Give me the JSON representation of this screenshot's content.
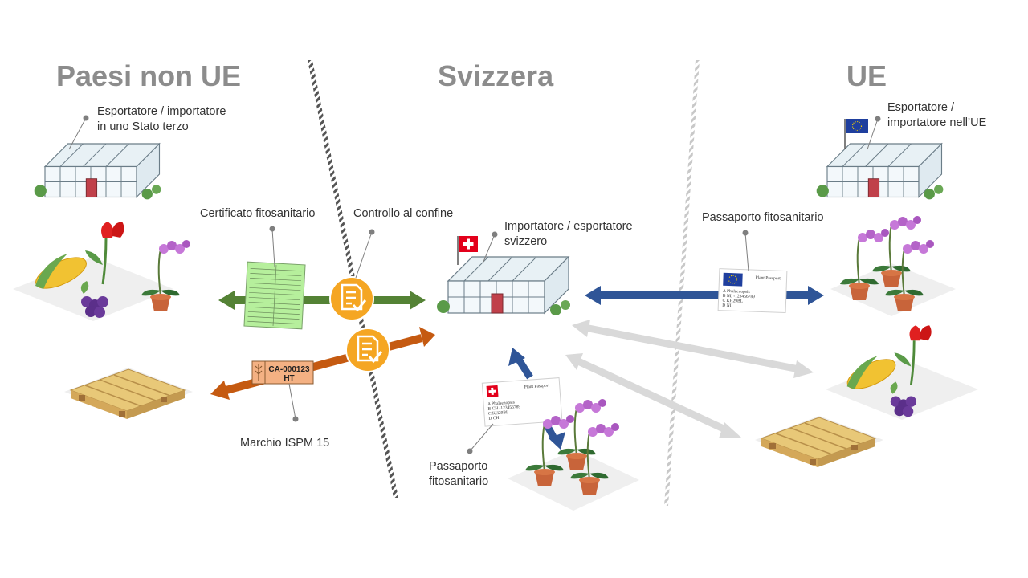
{
  "regions": {
    "non_eu": "Paesi non UE",
    "switzerland": "Svizzera",
    "eu": "UE"
  },
  "labels": {
    "exporter_third": [
      "Esportatore / importatore",
      "in uno Stato terzo"
    ],
    "exporter_eu": [
      "Esportatore /",
      "importatore nell’UE"
    ],
    "importer_ch": [
      "Importatore / esportatore",
      "svizzero"
    ],
    "phyto_certificate": "Certificato fitosanitario",
    "border_control": "Controllo al confine",
    "eu_passport": "Passaporto fitosanitario",
    "ch_passport": [
      "Passaporto",
      "fitosanitario"
    ],
    "ispm_mark": "Marchio ISPM 15"
  },
  "ispm_tag": {
    "code": "CA-000123",
    "suffix": "HT"
  },
  "eu_passport_card": {
    "title": "Plant Passport",
    "lines": [
      "A  Phalaenopsis",
      "B  NL -123456789",
      "C  KH29BL",
      "D  NL"
    ]
  },
  "ch_passport_card": {
    "title": "Plant Passport",
    "lines": [
      "A  Phalaenopsis",
      "B  CH -123456789",
      "C  KH29BL",
      "D  CH"
    ]
  },
  "colors": {
    "region_title": "#8c8c8c",
    "green_arrow": "#548235",
    "orange_arrow": "#c55a11",
    "blue_arrow": "#2f5597",
    "grey_arrow": "#d9d9d9",
    "check_circle": "#f5a623",
    "certificate": "#b6ef9c",
    "ispm_tag": "#f4b183",
    "eu_flag": "#1f3f9e",
    "ch_flag": "#e3001b"
  },
  "icons": [
    "greenhouse-icon",
    "plants-icon",
    "pallet-icon",
    "orchid-icon",
    "check-document-icon",
    "swiss-flag-icon",
    "eu-flag-icon"
  ]
}
